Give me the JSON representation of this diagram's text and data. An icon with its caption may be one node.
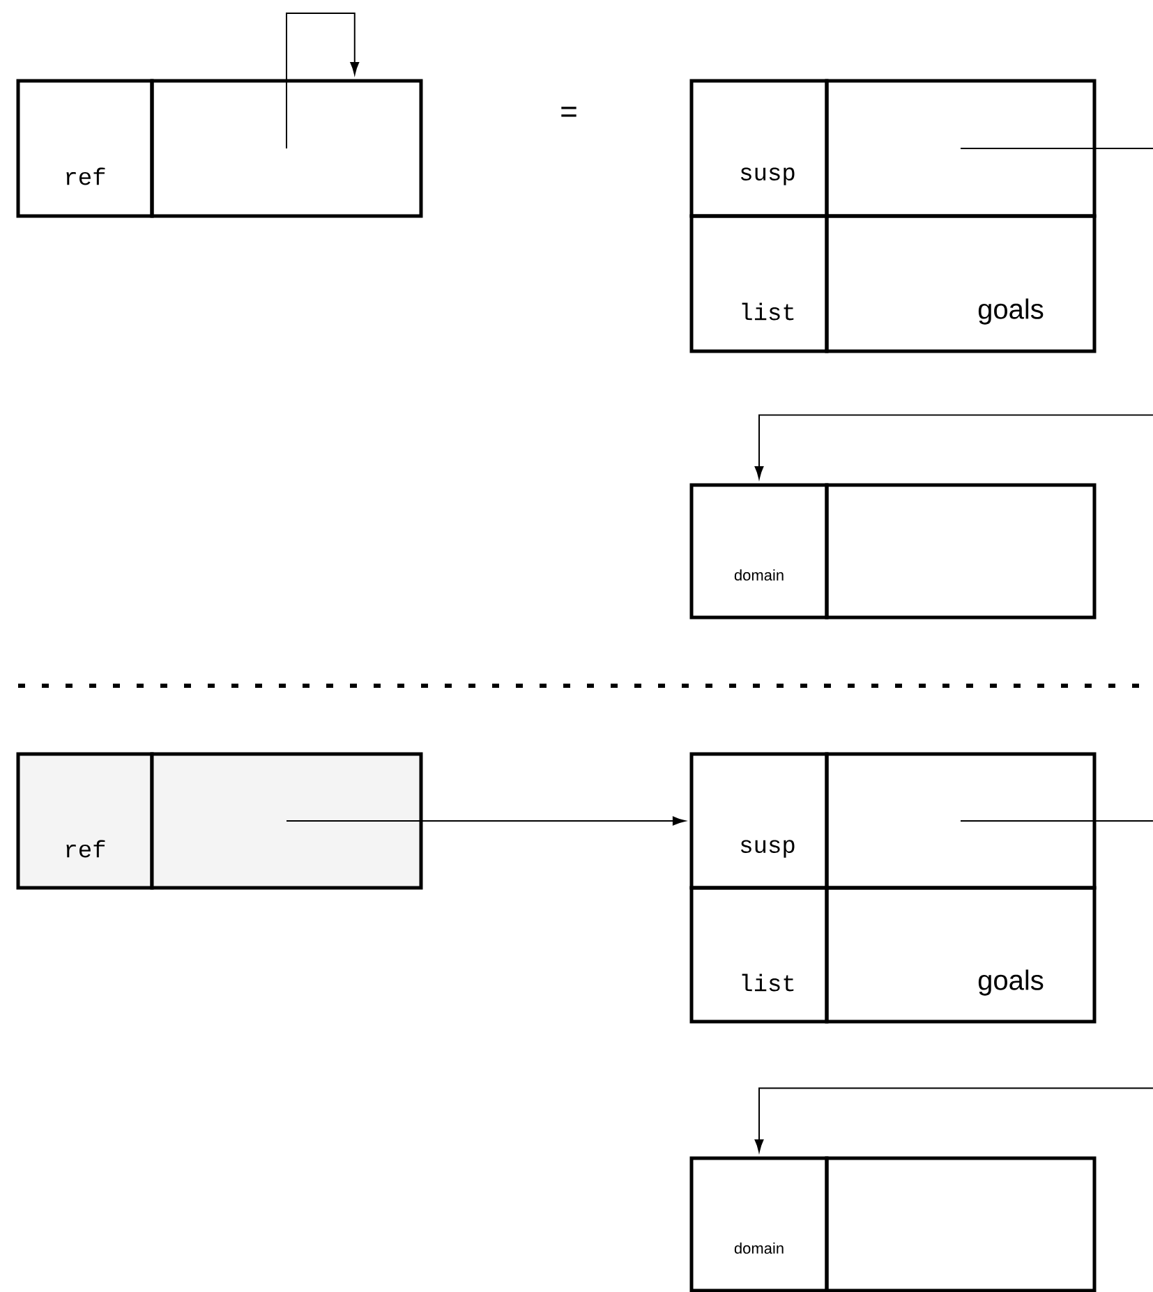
{
  "diagram": {
    "nodes": [
      {
        "text": [
          "ref"
        ]
      },
      {
        "text": [],
        "shape": "box"
      },
      {
        "text": [
          "susp"
        ]
      },
      {
        "text": [],
        "shape": "box"
      },
      {
        "text": [
          "list"
        ]
      },
      {
        "text": [
          "goals"
        ]
      },
      {
        "text": [
          "domain"
        ]
      },
      {
        "text": [],
        "shape": "box"
      },
      {
        "text": [
          "ref"
        ]
      },
      {
        "text": [],
        "shape": "box"
      },
      {
        "text": [
          "susp"
        ]
      },
      {
        "text": [],
        "shape": "box"
      },
      {
        "text": [
          "list"
        ]
      },
      {
        "text": [
          "goals"
        ]
      },
      {
        "text": [
          "domain"
        ]
      },
      {
        "text": [],
        "shape": "box"
      }
    ],
    "edges": [
      {
        "from": 1,
        "to": 1,
        "arrow": "to"
      },
      {
        "from": 3,
        "to": null,
        "arrow": "none"
      },
      {
        "from": null,
        "to": 6,
        "arrow": "to"
      },
      {
        "from": 9,
        "to": 10,
        "arrow": "to"
      },
      {
        "from": 11,
        "to": null,
        "arrow": "none"
      },
      {
        "from": null,
        "to": 14,
        "arrow": "to"
      }
    ],
    "labels": [
      "="
    ]
  }
}
